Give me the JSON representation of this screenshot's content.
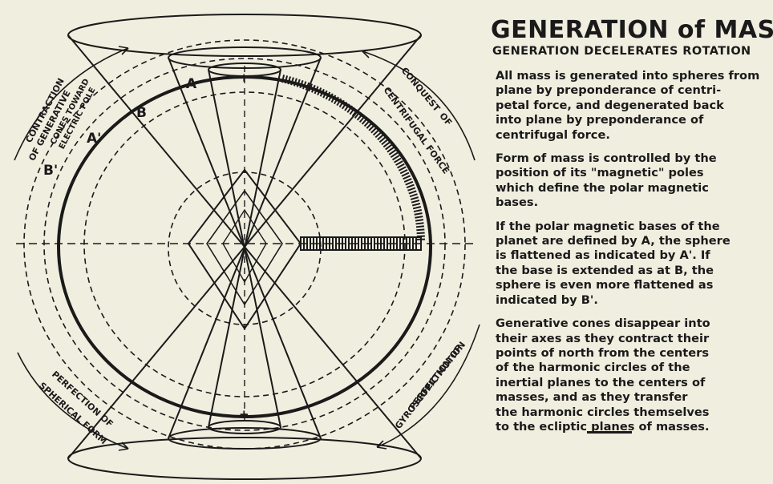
{
  "panel": {
    "title": "GENERATION of MASS",
    "subtitle": "GENERATION DECELERATES ROTATION",
    "paragraphs": [
      {
        "lines": [
          "All mass is generated into spheres from",
          "plane by preponderance of centri-",
          "petal force, and degenerated back",
          "into plane by preponderance of",
          "centrifugal force."
        ]
      },
      {
        "lines": [
          "Form of mass is controlled by the",
          "position of its \"magnetic\" poles",
          "which define the polar magnetic",
          "bases."
        ]
      },
      {
        "lines": [
          "If the polar magnetic bases of the",
          "planet are defined by A, the sphere",
          "is flattened as indicated by A'.  If",
          "the base is extended as at B, the",
          "sphere is even more flattened as",
          "indicated by B'."
        ]
      },
      {
        "lines": [
          "Generative cones disappear into",
          "their axes as they contract their",
          "points of north from the centers",
          "of the harmonic circles of the",
          "inertial planes to the centers of",
          "masses, and as they  transfer",
          "the harmonic circles themselves",
          "to the ecliptic planes of masses."
        ]
      }
    ]
  },
  "diagram": {
    "labels": {
      "contraction_line1": "CONTRACTION",
      "contraction_line2": "OF GENERATIVE",
      "contraction_line3": "CONES TOWARD",
      "contraction_line4": "ELECTRIC POLE",
      "conquest_line1": "CONQUEST",
      "conquest_line2": "OF",
      "conquest_line3": "CENTRIFUGAL FORCE",
      "perfection_form_line1": "PERFECTION OF",
      "perfection_form_line2": "SPHERICAL FORM",
      "perfection_gyro_line1": "PERFECTION OF",
      "perfection_gyro_line2": "GYROSCOPIC MOTION",
      "a": "A",
      "b": "B",
      "a_prime": "A'",
      "b_prime": "B'",
      "plus_top": "+",
      "plus_bottom": "+"
    }
  }
}
